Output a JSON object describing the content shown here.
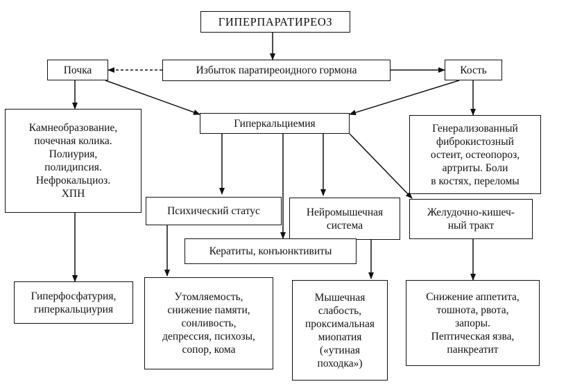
{
  "diagram": {
    "title": "ГИПЕРПАРАТИРЕОЗ",
    "cause": "Избыток паратиреоидного гормона",
    "kidney": "Почка",
    "bone": "Кость",
    "hypercalcemia": "Гиперкальциемия",
    "kidney_effects": "Камнеобразование,\nпочечная колика.\nПолиурия,\nполидипсия.\nНефрокальциоз.\nХПН",
    "bone_effects": "Генерализованный\nфиброкистозный\nостеит, остеопороз,\nартриты. Боли\nв костях, переломы",
    "mental_status": "Психический статус",
    "neuromuscular": "Нейромышечная\nсистема",
    "gi_tract": "Желудочно-кишеч-\nный тракт",
    "keratitis": "Кератиты, конъюнктивиты",
    "urine": "Гиперфосфатурия,\nгиперкальциурия",
    "mental_effects": "Утомляемость,\nснижение памяти,\nсонливость,\nдепрессия, психозы,\nсопор, кома",
    "muscle_effects": "Мышечная\nслабость,\nпроксимальная\nмиопатия\n(«утиная\nпоходка»)",
    "gi_effects": "Снижение аппетита,\nтошнота, рвота,\nзапоры.\nПептическая язва,\nпанкреатит"
  }
}
